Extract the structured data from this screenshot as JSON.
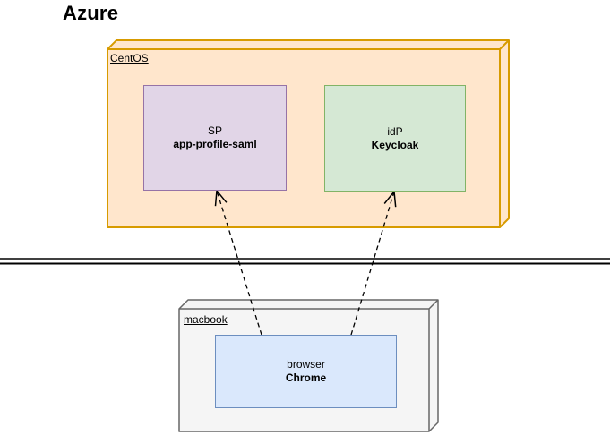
{
  "title": "Azure",
  "nodes": {
    "centos": {
      "label": "CentOS",
      "type": "cube-container"
    },
    "sp": {
      "line1": "SP",
      "line2": "app-profile-saml"
    },
    "idp": {
      "line1": "idP",
      "line2": "Keycloak"
    },
    "macbook": {
      "label": "macbook",
      "type": "cube-container"
    },
    "browser": {
      "line1": "browser",
      "line2": "Chrome"
    }
  },
  "edges": [
    {
      "from": "Chrome",
      "to": "app-profile-saml",
      "line": "dashed",
      "arrow": "open"
    },
    {
      "from": "Chrome",
      "to": "Keycloak",
      "line": "dashed",
      "arrow": "open"
    }
  ],
  "colors": {
    "orange_fill": "#FFE6CC",
    "orange_border": "#D79B00",
    "purple_fill": "#E1D5E7",
    "purple_border": "#9673A6",
    "green_fill": "#D5E8D4",
    "green_border": "#82B366",
    "blue_fill": "#DAE8FC",
    "blue_border": "#6C8EBF",
    "gray_fill": "#F5F5F5",
    "gray_border": "#666666",
    "line_color": "#000000"
  }
}
